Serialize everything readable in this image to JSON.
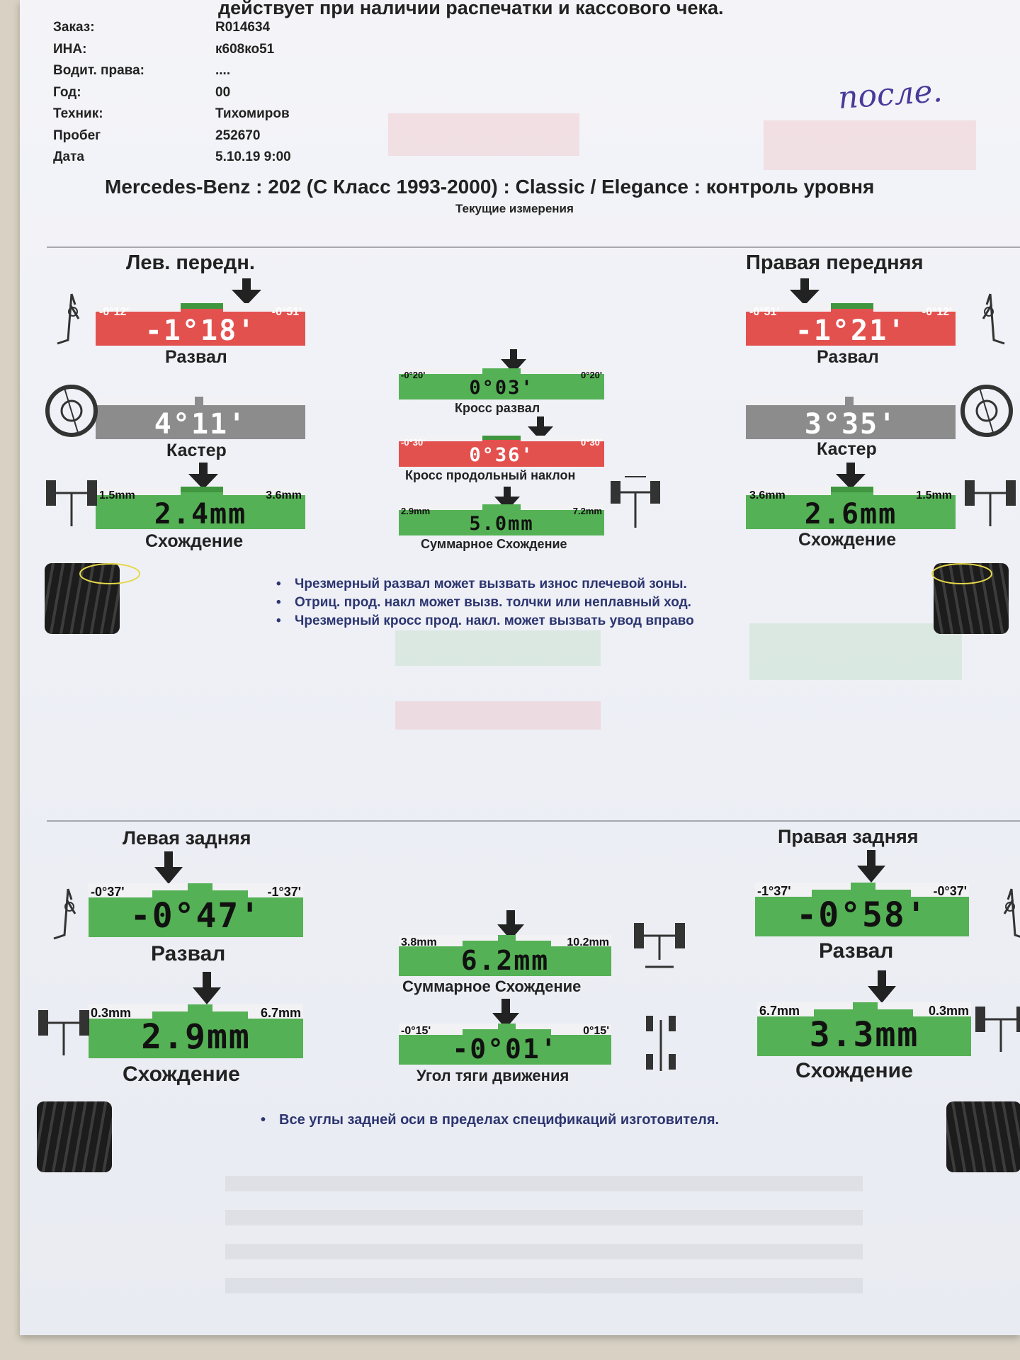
{
  "header": {
    "notice": "действует при наличии распечатки и кассового чека.",
    "fields": [
      {
        "key": "Заказ:",
        "value": "R014634"
      },
      {
        "key": "ИНА:",
        "value": "к608ко51"
      },
      {
        "key": "Водит. права:",
        "value": "...."
      },
      {
        "key": "Год:",
        "value": "00"
      },
      {
        "key": "Техник:",
        "value": "Тихомиров"
      },
      {
        "key": "Пробег",
        "value": "252670"
      },
      {
        "key": "Дата",
        "value": "5.10.19 9:00"
      }
    ],
    "handwritten": "после."
  },
  "vehicle": {
    "title": "Mercedes-Benz : 202 (С Класс 1993-2000) : Classic / Elegance : контроль уровня",
    "subtitle": "Текущие измерения"
  },
  "front": {
    "left_head": "Лев. передн.",
    "right_head": "Правая передняя",
    "left_camber": {
      "min": "-0°12'",
      "max": "-0°51'",
      "value": "-1°18'",
      "label": "Развал",
      "status": "red"
    },
    "left_caster": {
      "value": "4°11'",
      "label": "Кастер",
      "status": "gray"
    },
    "left_toe": {
      "min": "1.5mm",
      "max": "3.6mm",
      "value": "2.4mm",
      "label": "Схождение",
      "status": "green"
    },
    "right_camber": {
      "min": "-0°51'",
      "max": "-0°12'",
      "value": "-1°21'",
      "label": "Развал",
      "status": "red"
    },
    "right_caster": {
      "value": "3°35'",
      "label": "Кастер",
      "status": "gray"
    },
    "right_toe": {
      "min": "3.6mm",
      "max": "1.5mm",
      "value": "2.6mm",
      "label": "Схождение",
      "status": "green"
    },
    "cross_camber": {
      "min": "-0°20'",
      "max": "0°20'",
      "value": "0°03'",
      "label": "Кросс развал",
      "status": "green"
    },
    "cross_caster": {
      "min": "-0°30'",
      "max": "0°30'",
      "value": "0°36'",
      "label": "Кросс продольный наклон",
      "status": "red"
    },
    "total_toe": {
      "min": "2.9mm",
      "max": "7.2mm",
      "value": "5.0mm",
      "label": "Суммарное Схождение",
      "status": "green"
    },
    "notes": [
      "Чрезмерный развал может вызвать износ  плечевой зоны.",
      "Отриц. прод. накл может вызв. толчки или неплавный ход.",
      "Чрезмерный кросс прод. накл. может вызвать увод вправо"
    ]
  },
  "rear": {
    "left_head": "Левая задняя",
    "right_head": "Правая задняя",
    "left_camber": {
      "min": "-0°37'",
      "max": "-1°37'",
      "value": "-0°47'",
      "label": "Развал",
      "status": "green"
    },
    "left_toe": {
      "min": "0.3mm",
      "max": "6.7mm",
      "value": "2.9mm",
      "label": "Схождение",
      "status": "green"
    },
    "right_camber": {
      "min": "-1°37'",
      "max": "-0°37'",
      "value": "-0°58'",
      "label": "Развал",
      "status": "green"
    },
    "right_toe": {
      "min": "6.7mm",
      "max": "0.3mm",
      "value": "3.3mm",
      "label": "Схождение",
      "status": "green"
    },
    "total_toe": {
      "min": "3.8mm",
      "max": "10.2mm",
      "value": "6.2mm",
      "label": "Суммарное Схождение",
      "status": "green"
    },
    "thrust_angle": {
      "min": "-0°15'",
      "max": "0°15'",
      "value": "-0°01'",
      "label": "Угол тяги движения",
      "status": "green"
    },
    "notes": [
      "Все углы задней оси в пределах спецификаций изготовителя."
    ]
  },
  "colors": {
    "in_spec": "#55b155",
    "out_of_spec": "#e3514f",
    "no_spec": "#8c8c8c",
    "note_text": "#2c3570"
  }
}
